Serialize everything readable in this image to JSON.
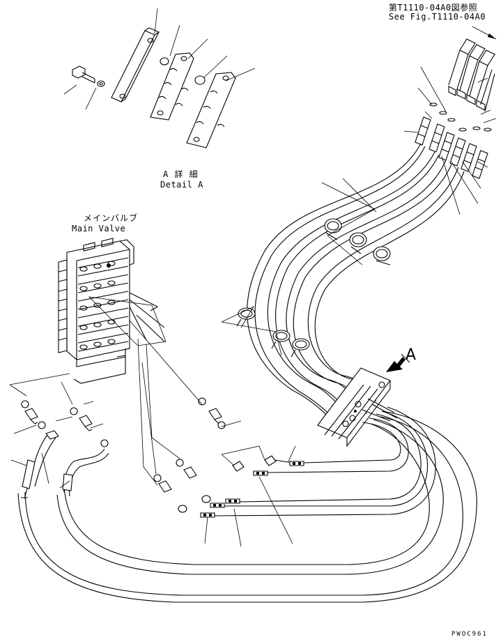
{
  "labels": {
    "ref_jp": "第T1110-04A0図参照",
    "ref_en": "See Fig.T1110-04A0",
    "detail_jp": "A 詳 細",
    "detail_en": "Detail A",
    "main_valve_jp": "メインバルブ",
    "main_valve_en": "Main Valve",
    "view_a": "A",
    "drawing_code": "PWOC961"
  },
  "icons": {
    "view_arrow": "view-direction-arrow",
    "ref_arrow": "reference-arrow"
  },
  "colors": {
    "line": "#000000",
    "background": "#ffffff"
  }
}
